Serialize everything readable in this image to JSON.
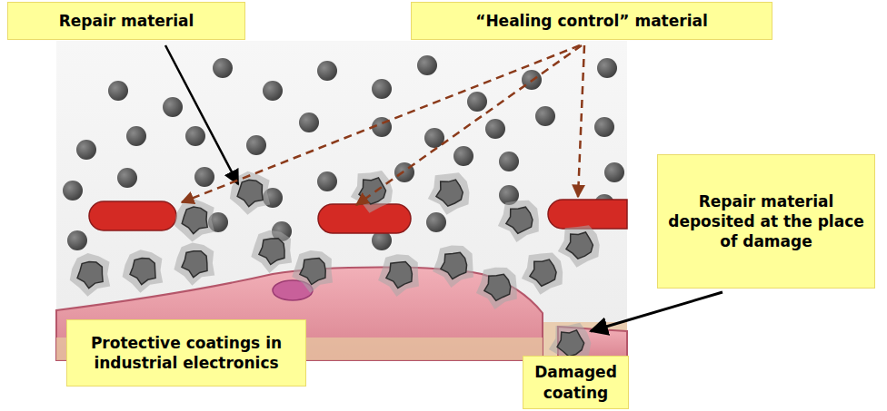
{
  "diagram": {
    "nodes": [
      {
        "text": [
          "Repair material"
        ]
      },
      {
        "text": [
          "“Healing control” material"
        ]
      },
      {
        "text": [
          "Repair material deposited at the place of damage"
        ]
      },
      {
        "text": [
          "Protective coatings in industrial electronics"
        ]
      },
      {
        "text": [
          "Damaged coating"
        ]
      }
    ]
  }
}
